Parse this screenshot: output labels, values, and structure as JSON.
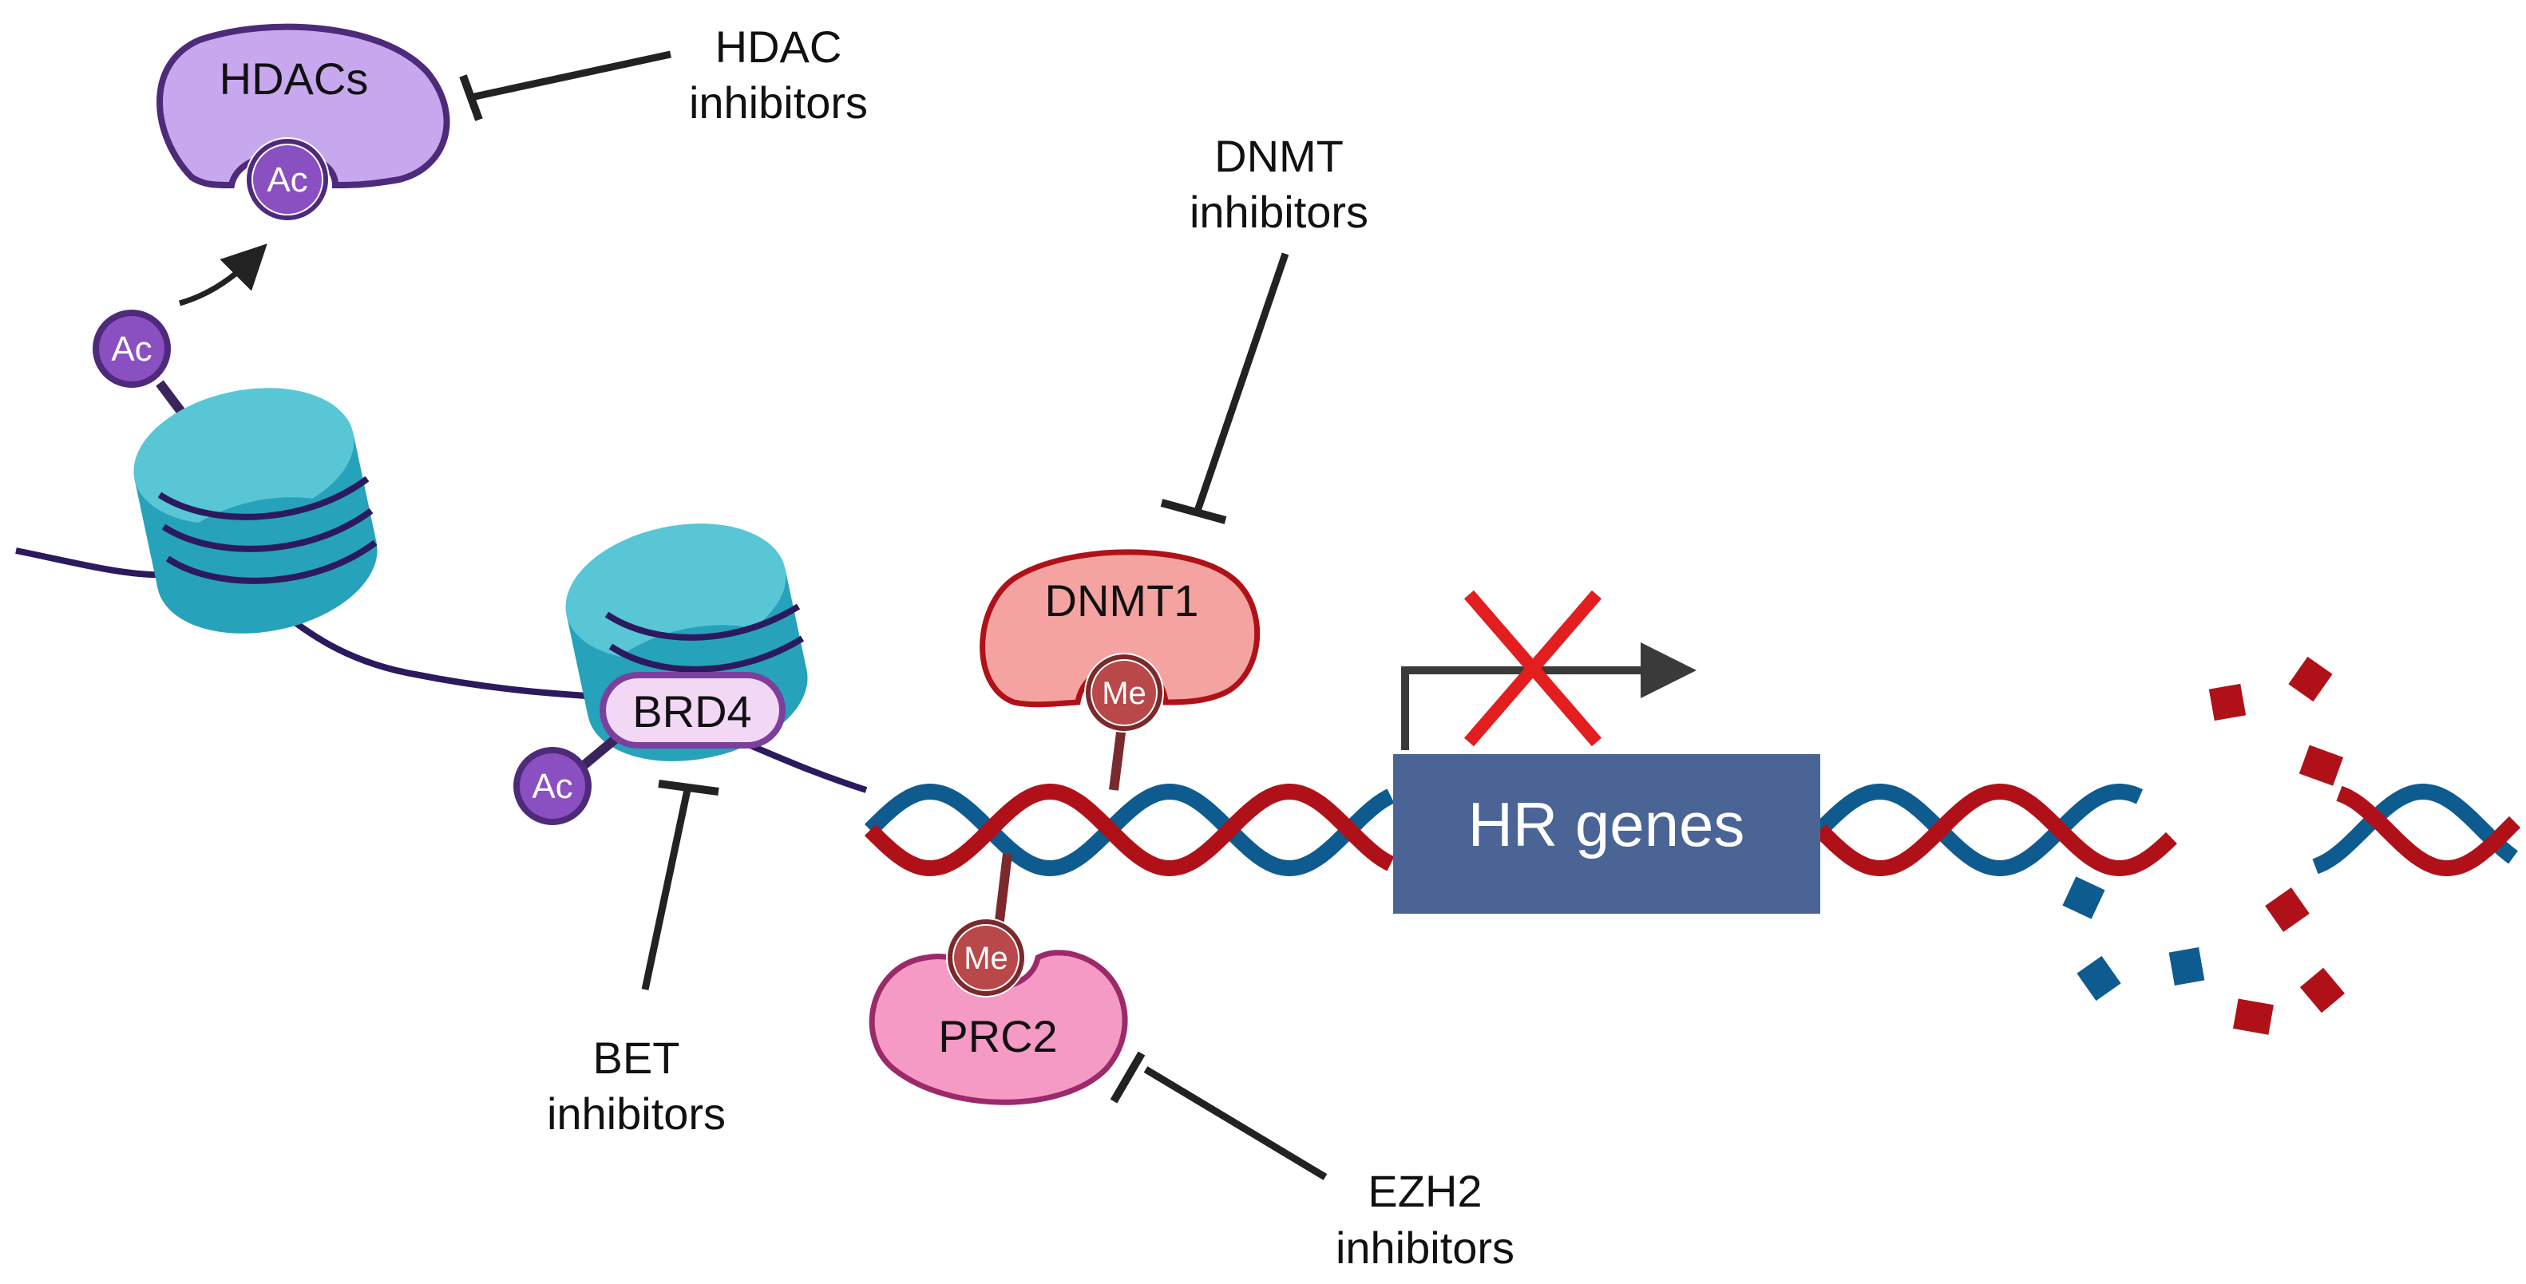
{
  "enzymes": {
    "hdacs": "HDACs",
    "dnmt1": "DNMT1",
    "prc2": "PRC2",
    "brd4": "BRD4"
  },
  "marks": {
    "acetyl": "Ac",
    "methyl": "Me"
  },
  "inhibitors": {
    "hdac": [
      "HDAC",
      "inhibitors"
    ],
    "dnmt": [
      "DNMT",
      "inhibitors"
    ],
    "bet": [
      "BET",
      "inhibitors"
    ],
    "ezh2": [
      "EZH2",
      "inhibitors"
    ]
  },
  "gene_box": "HR genes",
  "colors": {
    "dna_red": "#b01118",
    "dna_blue": "#0e5b8f",
    "gene_box": "#4a6595",
    "histone": "#4fc3cf",
    "acetyl": "#8a4fc0",
    "hdacs": "#c7a8ee",
    "dnmt1": "#f4a3a0",
    "prc2": "#f49ac4",
    "methyl": "#b8484a",
    "block_x": "#e21e1e"
  }
}
